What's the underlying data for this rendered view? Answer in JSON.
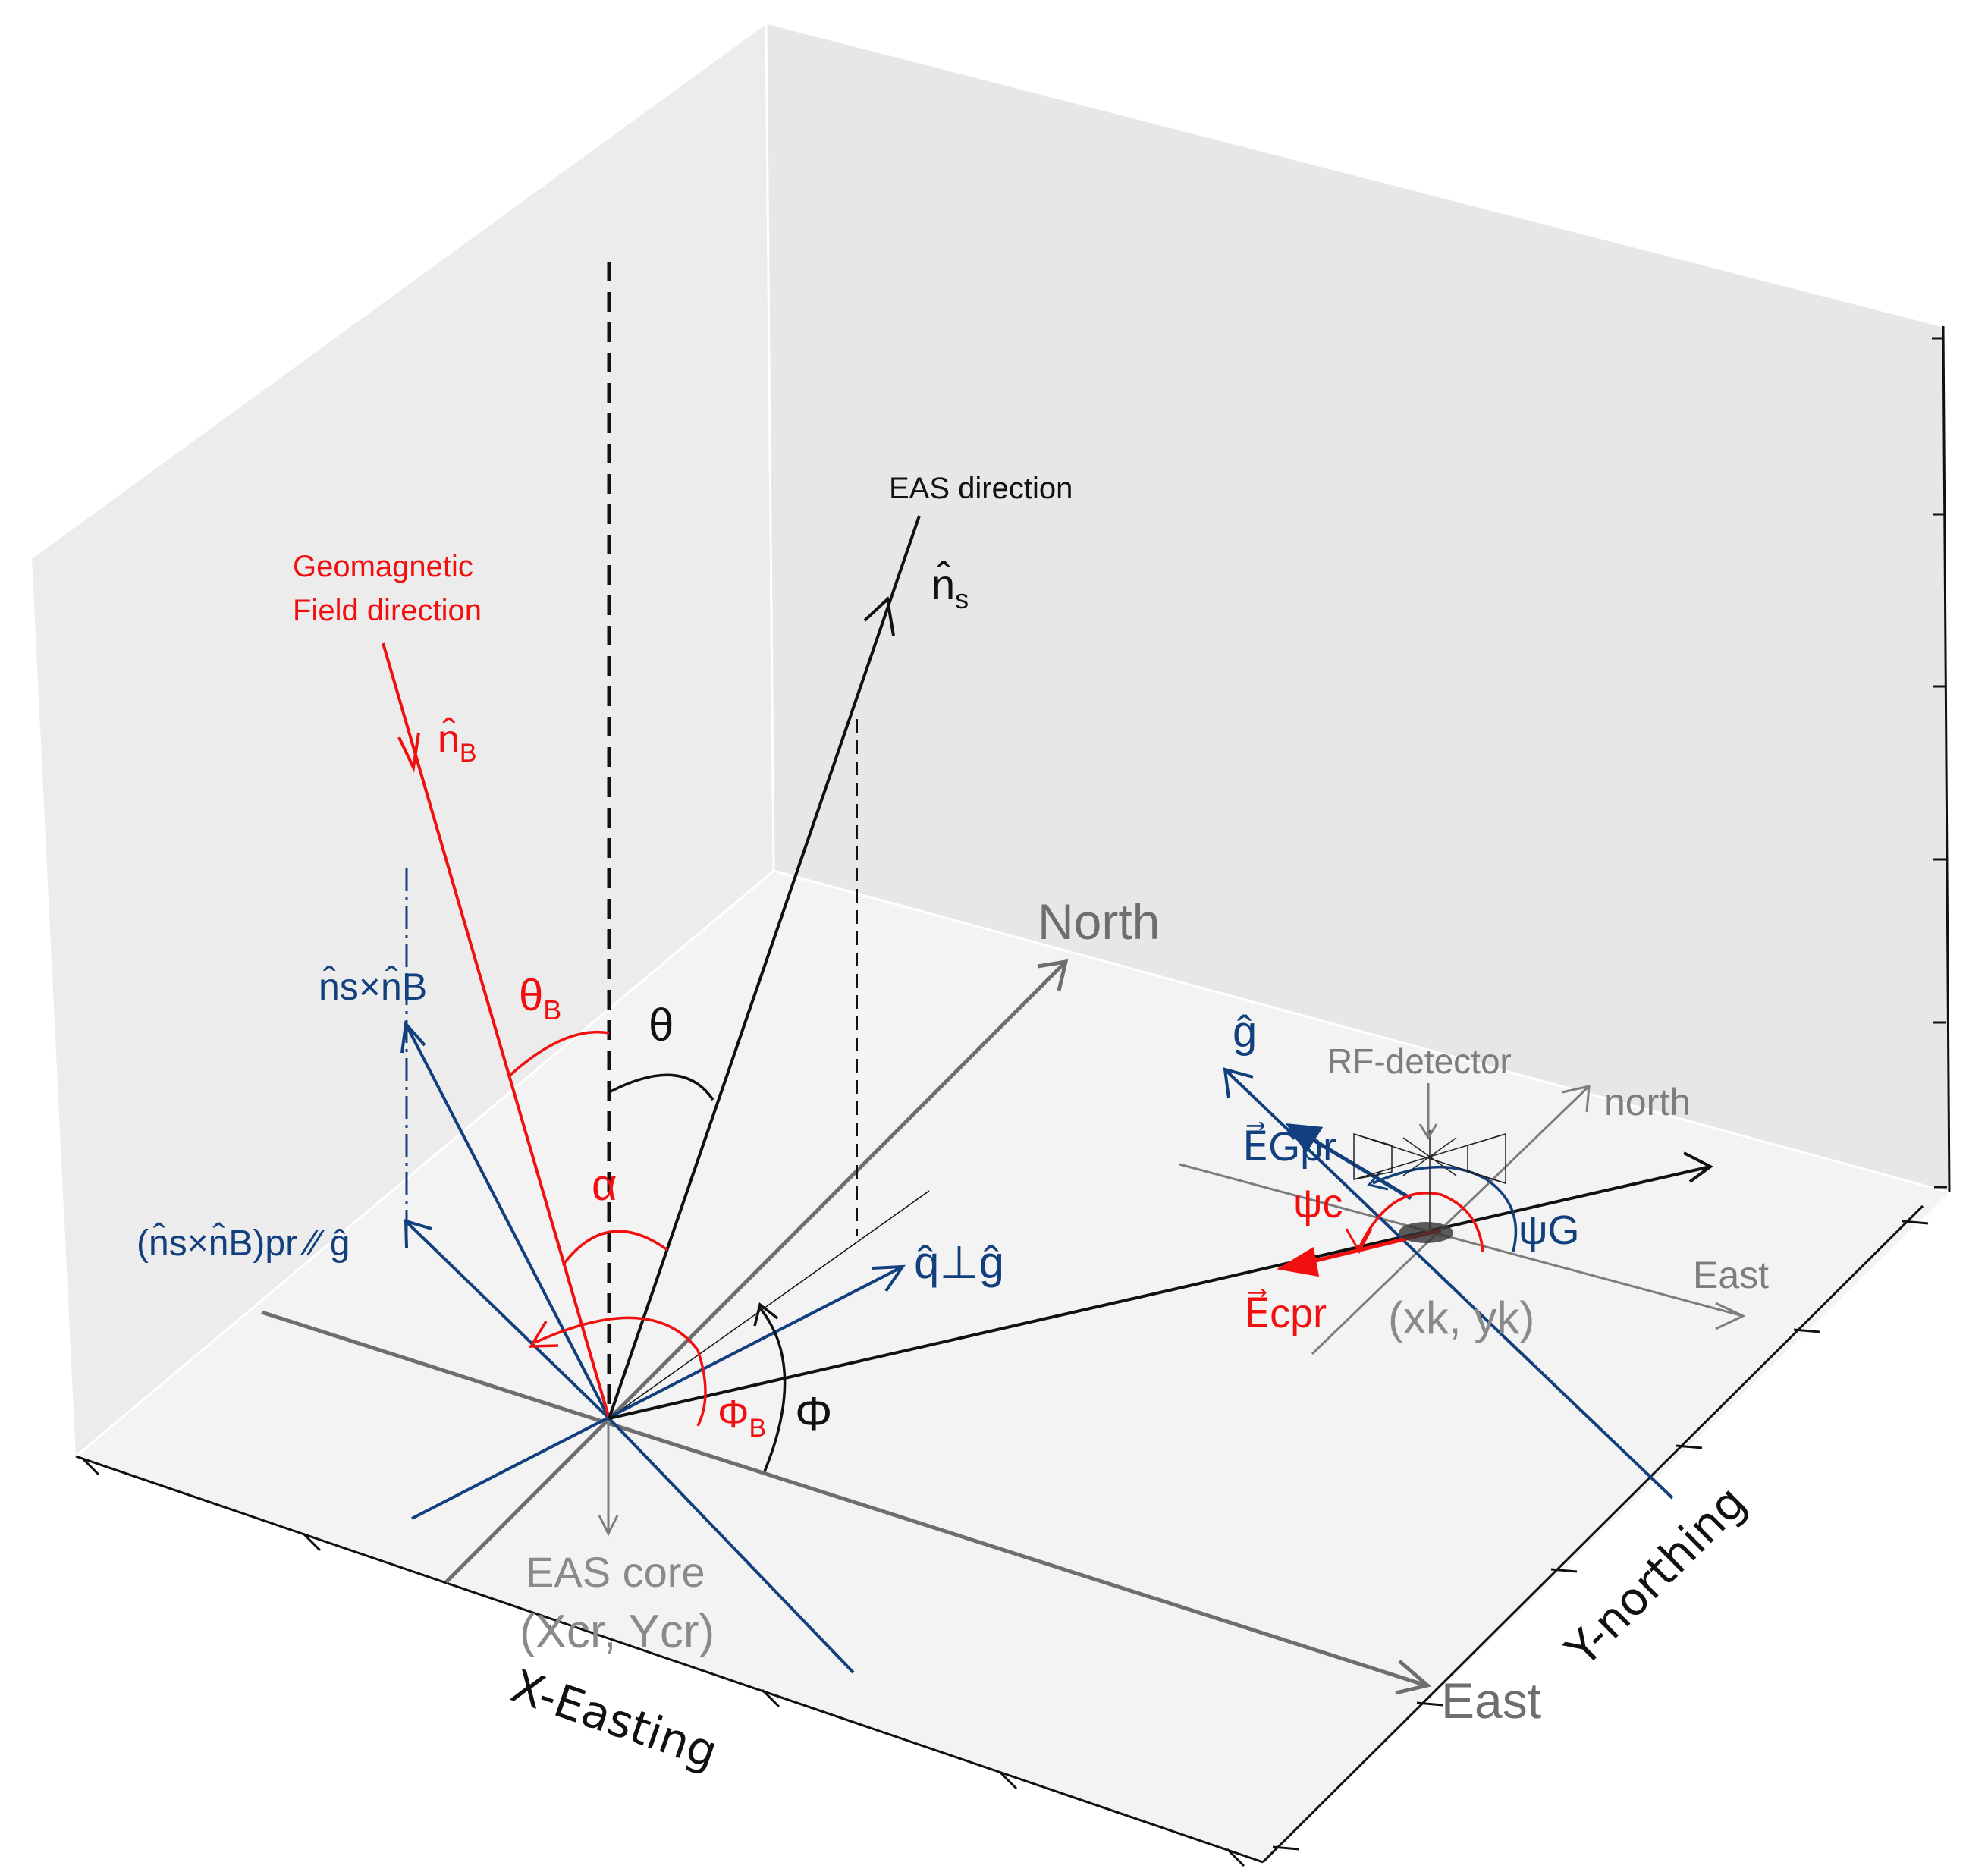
{
  "colors": {
    "red": "#f01010",
    "blue": "#123f7e",
    "black": "#111111",
    "gray": "#7d7d7d",
    "pane_light": "#f2f2f2",
    "pane_mid": "#ececec",
    "pane_dark": "#e6e6e6"
  },
  "axes": {
    "x_title": "X-Easting",
    "y_title": "Y-northing"
  },
  "labels": {
    "eas_direction": "EAS direction",
    "ns_hat": "n̂",
    "ns_sub": "s",
    "geomagnetic_line1": "Geomagnetic",
    "geomagnetic_line2": "Field direction",
    "nb_hat": "n̂",
    "nb_sub": "B",
    "theta_b": "θ",
    "theta_b_sub": "B",
    "theta": "θ",
    "alpha": "α",
    "phi_b": "Φ",
    "phi_b_sub": "B",
    "phi": "Φ",
    "cross_product": "n̂s×n̂B",
    "cross_product_pr": "(n̂s×n̂B)pr ∕∕ ĝ",
    "q_perp_g": "q̂⊥ĝ",
    "north_main": "North",
    "east_main": "East",
    "eas_core_line1": "EAS core",
    "eas_core_line2": "(Xcr, Ycr)",
    "g_hat": "ĝ",
    "rf_detector": "RF-detector",
    "north_local": "north",
    "east_local": "East",
    "e_g_pr": "E⃗Gpr",
    "psi_c": "ψc",
    "psi_g": "ψG",
    "e_c_pr": "E⃗cpr",
    "detector_position": "(xk, yk)"
  }
}
